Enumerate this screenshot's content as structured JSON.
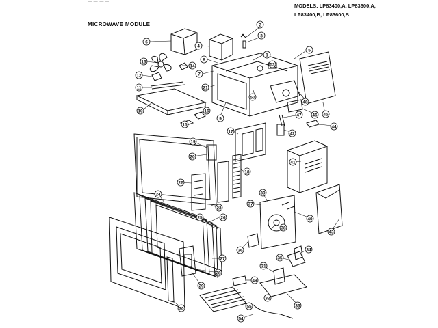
{
  "header": {
    "title": "MICROWAVE MODULE",
    "models_label": "MODELS:",
    "models": [
      "LP83400,A, LP83600,A,",
      "LP83400,B, LP83600,B"
    ],
    "top_fragment": "— — — —"
  },
  "callouts": [
    {
      "n": "6"
    },
    {
      "n": "4"
    },
    {
      "n": "8"
    },
    {
      "n": "2"
    },
    {
      "n": "3"
    },
    {
      "n": "1"
    },
    {
      "n": "13"
    },
    {
      "n": "14"
    },
    {
      "n": "12"
    },
    {
      "n": "11"
    },
    {
      "n": "10"
    },
    {
      "n": "16"
    },
    {
      "n": "15"
    },
    {
      "n": "9"
    },
    {
      "n": "7"
    },
    {
      "n": "21"
    },
    {
      "n": "53"
    },
    {
      "n": "50"
    },
    {
      "n": "5"
    },
    {
      "n": "48"
    },
    {
      "n": "46"
    },
    {
      "n": "45"
    },
    {
      "n": "47"
    },
    {
      "n": "44"
    },
    {
      "n": "42"
    },
    {
      "n": "17"
    },
    {
      "n": "19"
    },
    {
      "n": "20"
    },
    {
      "n": "18"
    },
    {
      "n": "41"
    },
    {
      "n": "22"
    },
    {
      "n": "23"
    },
    {
      "n": "24"
    },
    {
      "n": "26"
    },
    {
      "n": "25"
    },
    {
      "n": "39"
    },
    {
      "n": "37"
    },
    {
      "n": "38"
    },
    {
      "n": "40"
    },
    {
      "n": "43"
    },
    {
      "n": "27"
    },
    {
      "n": "28"
    },
    {
      "n": "36"
    },
    {
      "n": "34"
    },
    {
      "n": "35"
    },
    {
      "n": "31"
    },
    {
      "n": "29"
    },
    {
      "n": "49"
    },
    {
      "n": "30"
    },
    {
      "n": "55"
    },
    {
      "n": "33"
    },
    {
      "n": "54"
    },
    {
      "n": "32"
    }
  ]
}
